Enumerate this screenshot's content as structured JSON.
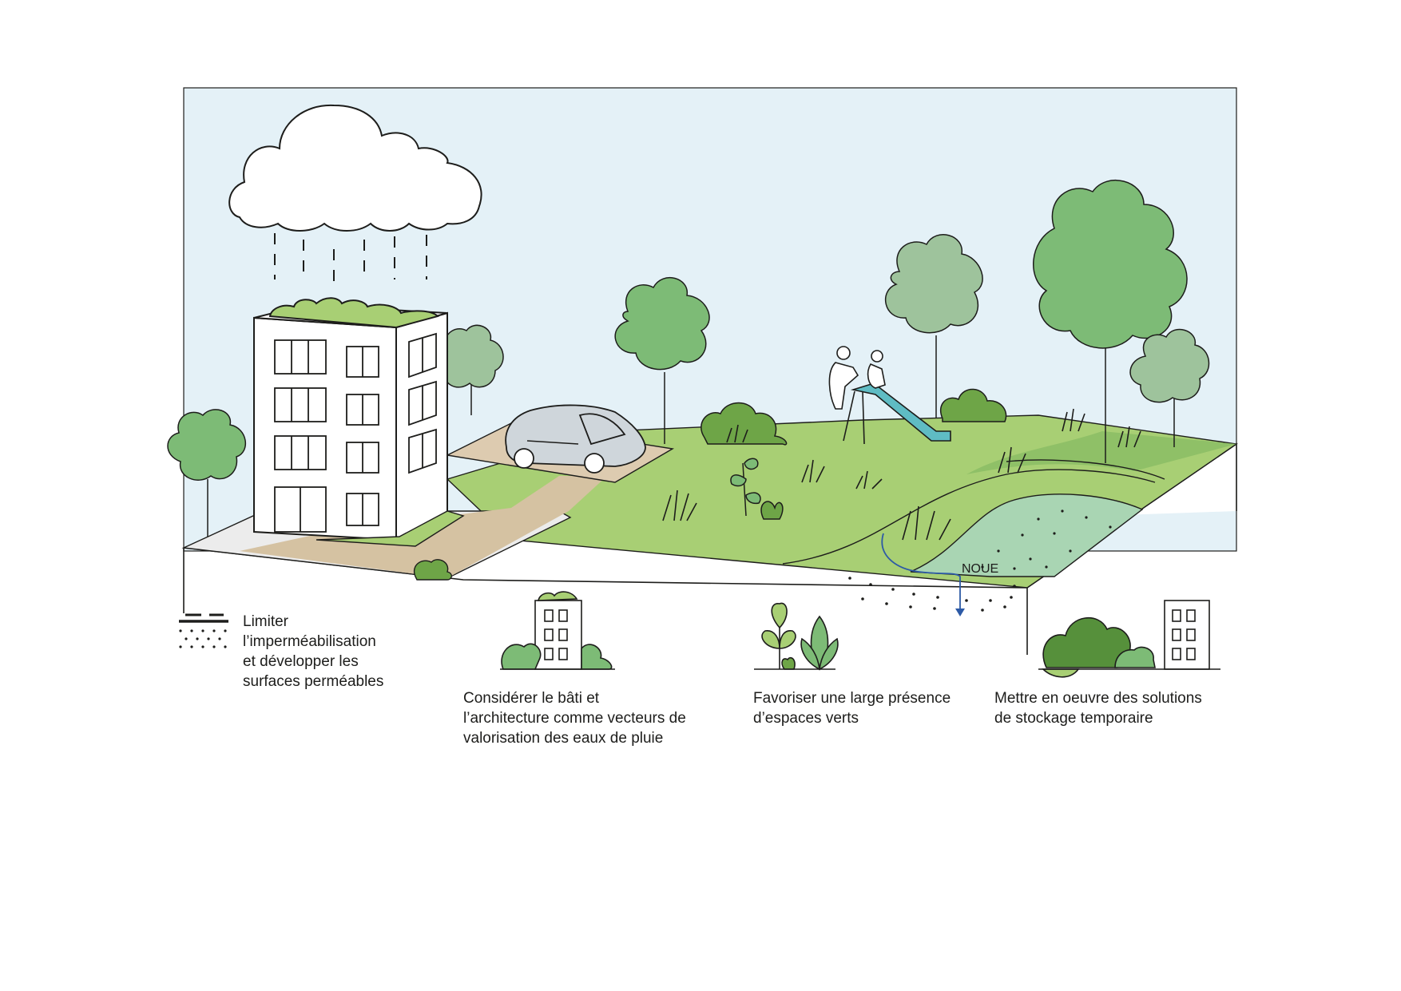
{
  "captions": {
    "permeable": "Limiter\nl’imperméabilisation\net développer les\nsurfaces perméables",
    "buildings": "Considérer le bâti et\nl’architecture comme vecteurs de\nvalorisation des eaux de pluie",
    "green": "Favoriser une large présence\nd’espaces verts",
    "storage": "Mettre en oeuvre des solutions\nde stockage temporaire"
  },
  "labels": {
    "swale": "NOUE"
  },
  "colors": {
    "sky": "#e4f1f7",
    "grass": "#a8cf74",
    "grass_dark": "#83b85c",
    "swale": "#a9d5b3",
    "tree_mid": "#7dbb76",
    "tree_pale": "#9ec39c",
    "bush": "#6ea547",
    "bush_dark": "#56903b",
    "path": "#d5c2a2",
    "car": "#cfd6db",
    "slide": "#5fbcc4",
    "water_arrow": "#2d5aa6",
    "ink": "#1d1d1b"
  },
  "icons": [
    "cloud-icon",
    "rain-icon",
    "green-roof-building-icon",
    "plants-icon",
    "bush-building-icon",
    "permeable-surface-icon"
  ]
}
